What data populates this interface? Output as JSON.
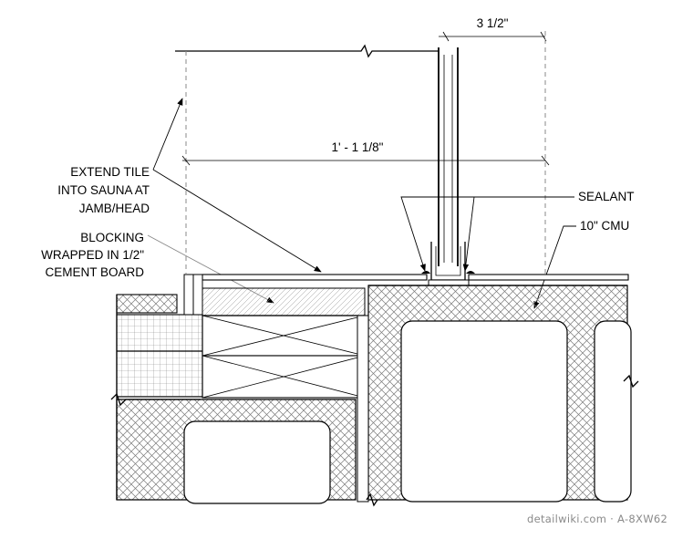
{
  "dimensions": {
    "glass_width": "3 1/2\"",
    "tile_extension": "1' - 1 1/8\""
  },
  "notes": {
    "extend_tile": [
      "EXTEND TILE",
      "INTO SAUNA AT",
      "JAMB/HEAD"
    ],
    "blocking": [
      "BLOCKING",
      "WRAPPED IN 1/2\"",
      "CEMENT BOARD"
    ],
    "sealant": "SEALANT",
    "cmu": "10\" CMU"
  },
  "watermark": "detailwiki.com · A-8XW62"
}
